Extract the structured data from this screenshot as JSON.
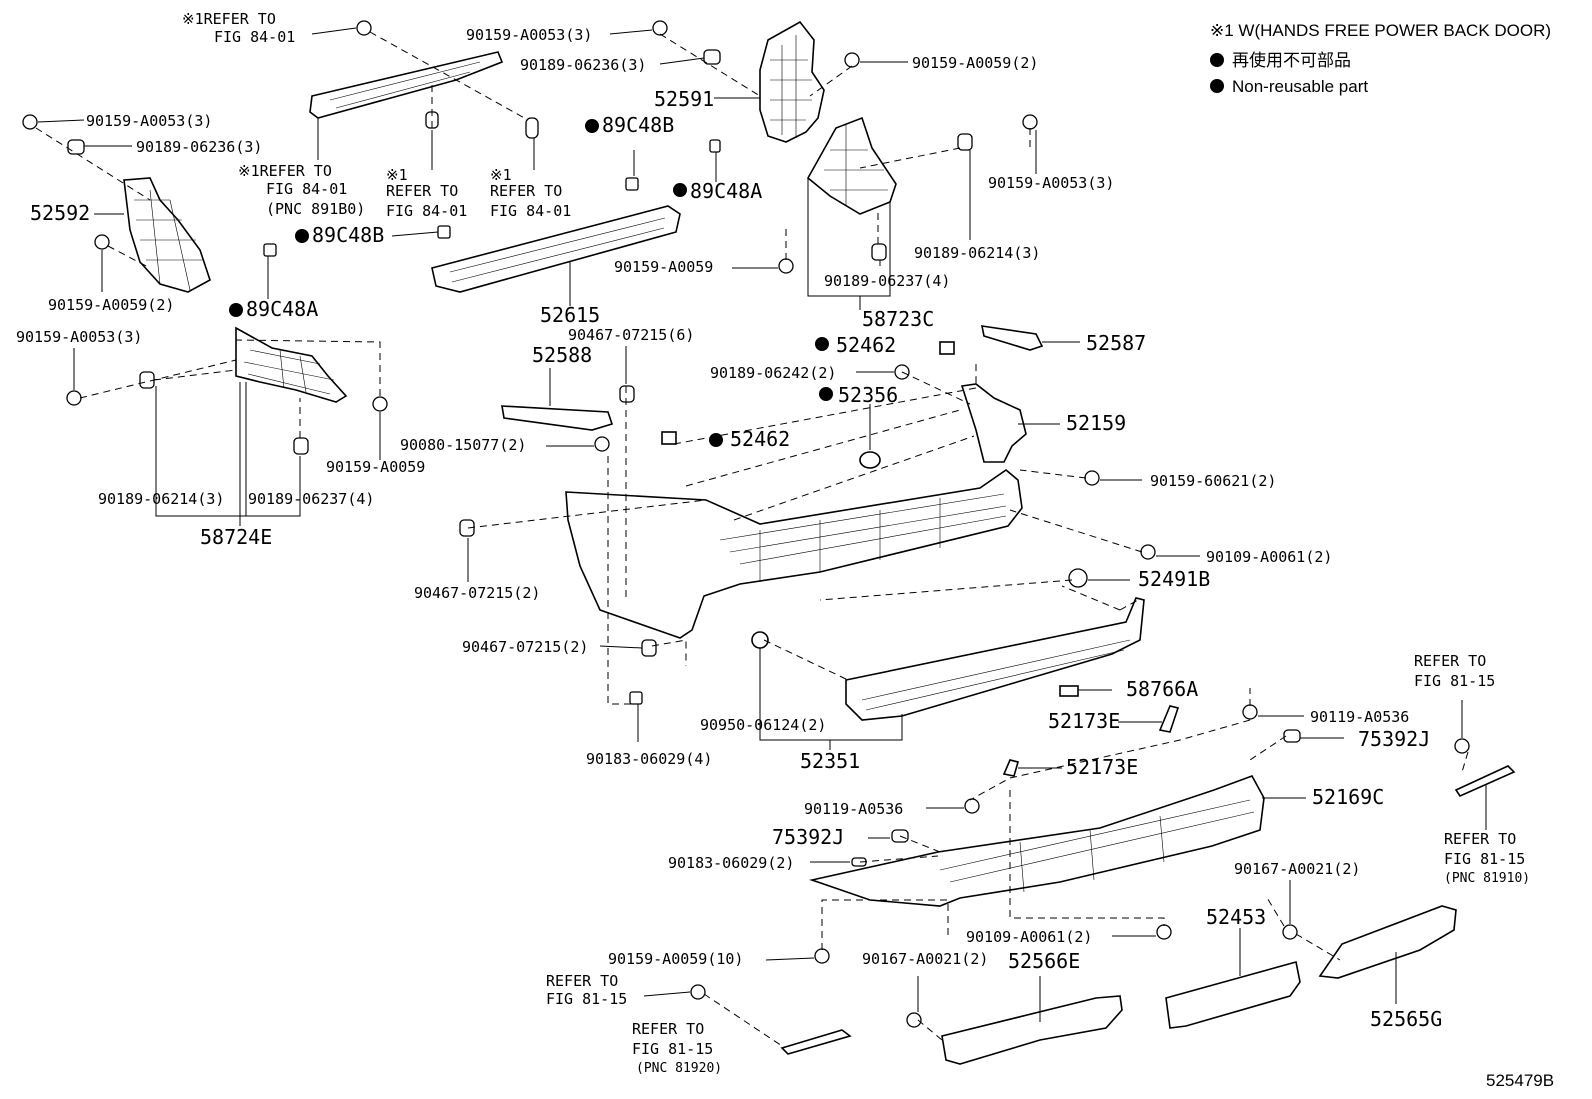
{
  "legend": {
    "note": "※1 W(HANDS FREE POWER BACK DOOR)",
    "jp": "再使用不可部品",
    "en": "Non-reusable part"
  },
  "figure_id": "525479B",
  "labels": {
    "refer_a1": "※1REFER TO",
    "refer_a2": "FIG 84-01",
    "p_90159_a0053_3_top": "90159-A0053(3)",
    "p_90189_06236_3_top": "90189-06236(3)",
    "p_90159_a0059_2_top": "90159-A0059(2)",
    "p_52591": "52591",
    "p_90159_a0053_3_left": "90159-A0053(3)",
    "p_90189_06236_3_left": "90189-06236(3)",
    "refer_b1": "※1REFER TO",
    "refer_b2": "FIG 84-01",
    "refer_b3": "(PNC 891B0)",
    "refer_c0": "※1",
    "refer_c1": "REFER TO",
    "refer_c2": "FIG 84-01",
    "refer_d0": "※1",
    "refer_d1": "REFER TO",
    "refer_d2": "FIG 84-01",
    "p_89c48b_top": "89C48B",
    "p_89c48a_top": "89C48A",
    "p_90159_a0053_3_right": "90159-A0053(3)",
    "p_52592": "52592",
    "p_89c48b_mid": "89C48B",
    "p_90159_a0059_mid": "90159-A0059",
    "p_90189_06214_3_right": "90189-06214(3)",
    "p_90159_a0059_2_left": "90159-A0059(2)",
    "p_90189_06237_4_right": "90189-06237(4)",
    "p_89c48a_left": "89C48A",
    "p_52615": "52615",
    "p_58723c": "58723C",
    "p_90159_a0053_3_lower": "90159-A0053(3)",
    "p_90467_07215_6": "90467-07215(6)",
    "p_52588": "52588",
    "p_52462_top": "52462",
    "p_52587": "52587",
    "p_90189_06242_2": "90189-06242(2)",
    "p_52356": "52356",
    "p_52159": "52159",
    "p_90080_15077_2": "90080-15077(2)",
    "p_52462_mid": "52462",
    "p_90159_a0059_left": "90159-A0059",
    "p_90159_60621_2": "90159-60621(2)",
    "p_90189_06214_3_left": "90189-06214(3)",
    "p_90189_06237_4_left": "90189-06237(4)",
    "p_58724e": "58724E",
    "p_90109_a0061_2_right": "90109-A0061(2)",
    "p_52491b": "52491B",
    "p_90467_07215_2_a": "90467-07215(2)",
    "p_90467_07215_2_b": "90467-07215(2)",
    "p_58766a": "58766A",
    "refer_e1": "REFER TO",
    "refer_e2": "FIG 81-15",
    "p_52173e_a": "52173E",
    "p_90119_a0536_right": "90119-A0536",
    "p_75392j_right": "75392J",
    "p_90950_06124_2": "90950-06124(2)",
    "p_90183_06029_4": "90183-06029(4)",
    "p_52351": "52351",
    "p_52173e_b": "52173E",
    "p_52169c": "52169C",
    "p_90119_a0536_left": "90119-A0536",
    "p_75392j_left": "75392J",
    "refer_f1": "REFER TO",
    "refer_f2": "FIG 81-15",
    "refer_f3": "(PNC 81910)",
    "p_90183_06029_2": "90183-06029(2)",
    "p_90167_a0021_2_right": "90167-A0021(2)",
    "p_90109_a0061_2_low": "90109-A0061(2)",
    "p_52453": "52453",
    "p_90159_a0059_10": "90159-A0059(10)",
    "p_90167_a0021_2_left": "90167-A0021(2)",
    "p_52566e": "52566E",
    "refer_g1": "REFER TO",
    "refer_g2": "FIG 81-15",
    "p_52565g": "52565G",
    "refer_h1": "REFER TO",
    "refer_h2": "FIG 81-15",
    "refer_h3": "(PNC 81920)"
  }
}
